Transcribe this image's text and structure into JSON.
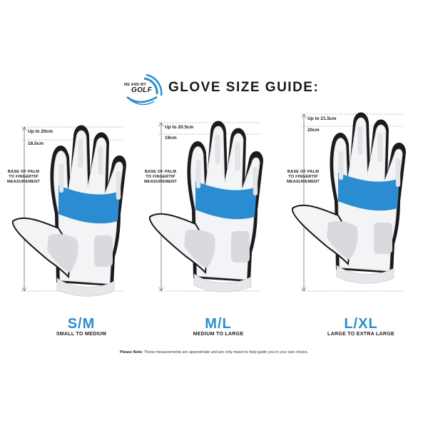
{
  "logo": {
    "small_text": "ME AND MY",
    "big_text": "GOLF",
    "accent_color": "#2a8dd1"
  },
  "title": "GLOVE SIZE GUIDE:",
  "base_label": [
    "BASE OF PALM",
    "TO FINGERTIP",
    "MEASUREMENT"
  ],
  "sizes": [
    {
      "code": "S/M",
      "description": "SMALL TO MEDIUM",
      "upper": "Up to 20cm",
      "lower": "18.5cm"
    },
    {
      "code": "M/L",
      "description": "MEDIUM TO LARGE",
      "upper": "Up to 20.5cm",
      "lower": "19cm"
    },
    {
      "code": "L/XL",
      "description": "LARGE TO EXTRA LARGE",
      "upper": "Up to 21.5cm",
      "lower": "20cm"
    }
  ],
  "note": {
    "label": "Please Note:",
    "text": "These measurements are approximate and are only meant to help guide you in your size choice."
  },
  "colors": {
    "accent_blue": "#2a8dd1",
    "glove_white": "#f3f4f6",
    "glove_gray": "#d9dadd",
    "glove_black": "#1b1b1b"
  }
}
